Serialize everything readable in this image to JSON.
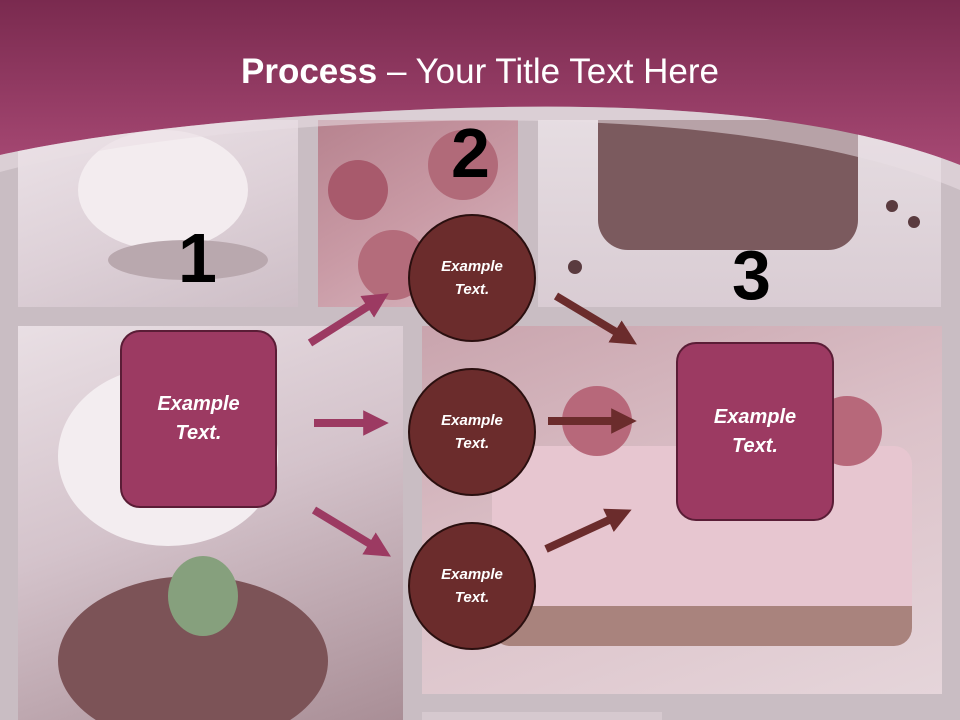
{
  "title": {
    "bold": "Process",
    "rest": " – Your Title Text Here"
  },
  "steps": {
    "one": "1",
    "two": "2",
    "three": "3"
  },
  "left_box": {
    "line1": "Example",
    "line2": "Text."
  },
  "circles": [
    {
      "line1": "Example",
      "line2": "Text."
    },
    {
      "line1": "Example",
      "line2": "Text."
    },
    {
      "line1": "Example",
      "line2": "Text."
    }
  ],
  "right_box": {
    "line1": "Example",
    "line2": "Text."
  },
  "colors": {
    "header": "#9c3a62",
    "box": "#9c3a62",
    "circle": "#6b2c2c",
    "arrow_pink": "#9c3a62",
    "arrow_brown": "#6b2c2c"
  }
}
